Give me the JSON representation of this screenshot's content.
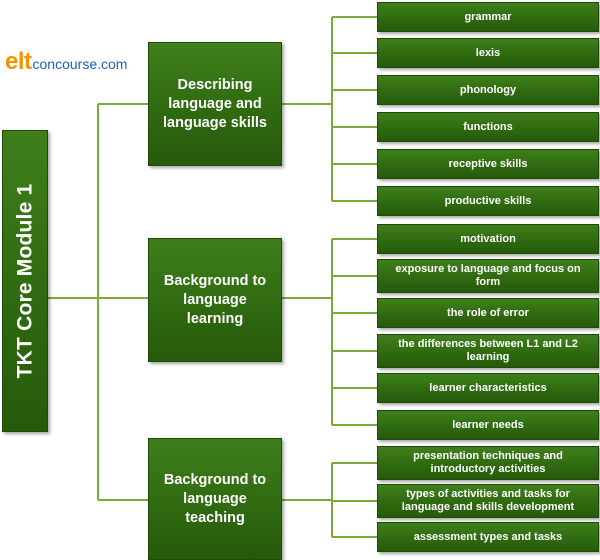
{
  "logo": {
    "part1": "elt",
    "part2": "concourse.com"
  },
  "root": {
    "label": "TKT Core Module 1"
  },
  "branches": [
    {
      "label": "Describing language and language  skills",
      "items": [
        "grammar",
        "lexis",
        "phonology",
        "functions",
        "receptive skills",
        "productive skills"
      ]
    },
    {
      "label": "Background to language learning",
      "items": [
        "motivation",
        "exposure to language and focus on form",
        "the role of error",
        "the differences between L1 and L2 learning",
        "learner characteristics",
        "learner needs"
      ]
    },
    {
      "label": "Background to language teaching",
      "items": [
        "presentation techniques and introductory activities",
        "types of activities and tasks for language and skills development",
        "assessment types and tasks"
      ]
    }
  ],
  "colors": {
    "box": "#2f6a10",
    "line": "#7aaa3a",
    "text": "#ffffff",
    "logo_orange": "#f29400",
    "logo_blue": "#1f5fbf"
  }
}
